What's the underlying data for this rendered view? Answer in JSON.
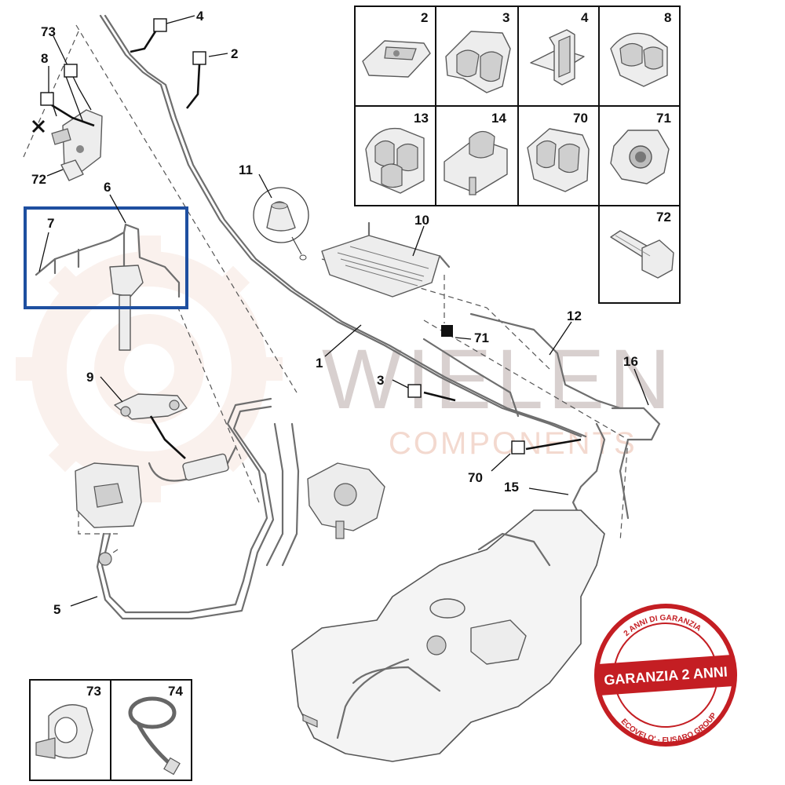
{
  "watermark": {
    "brand": "WIELEN",
    "subtitle": "COMPONENTS"
  },
  "callouts": [
    {
      "id": "c73",
      "label": "73"
    },
    {
      "id": "c8",
      "label": "8"
    },
    {
      "id": "c72",
      "label": "72"
    },
    {
      "id": "c4",
      "label": "4"
    },
    {
      "id": "c2",
      "label": "2"
    },
    {
      "id": "c6",
      "label": "6"
    },
    {
      "id": "c7",
      "label": "7"
    },
    {
      "id": "c11",
      "label": "11"
    },
    {
      "id": "c10",
      "label": "10"
    },
    {
      "id": "c71",
      "label": "71"
    },
    {
      "id": "c1",
      "label": "1"
    },
    {
      "id": "c12",
      "label": "12"
    },
    {
      "id": "c16",
      "label": "16"
    },
    {
      "id": "c9",
      "label": "9"
    },
    {
      "id": "c3",
      "label": "3"
    },
    {
      "id": "c70",
      "label": "70"
    },
    {
      "id": "c15",
      "label": "15"
    },
    {
      "id": "c5",
      "label": "5"
    }
  ],
  "parts_grid": [
    {
      "number": "2",
      "icon": "clip-plate-icon"
    },
    {
      "number": "3",
      "icon": "double-clip-icon"
    },
    {
      "number": "4",
      "icon": "bracket-clip-icon"
    },
    {
      "number": "8",
      "icon": "pipe-clip-icon"
    },
    {
      "number": "13",
      "icon": "triple-clip-icon"
    },
    {
      "number": "14",
      "icon": "mount-bracket-icon"
    },
    {
      "number": "70",
      "icon": "holder-clip-icon"
    },
    {
      "number": "71",
      "icon": "hex-nut-icon"
    },
    {
      "number": "72",
      "icon": "bolt-icon"
    }
  ],
  "small_parts_box": [
    {
      "number": "73",
      "icon": "hose-clip-icon"
    },
    {
      "number": "74",
      "icon": "cable-tie-icon"
    }
  ],
  "stamp": {
    "top_ring": "2 ANNI DI GARANZIA",
    "center": "GARANZIA 2 ANNI",
    "bottom_ring": "ECOVELO' - FUSARO GROUP"
  },
  "colors": {
    "highlight_box": "#1e4fa0",
    "stamp_red": "#c41e23",
    "watermark_grey": "#d8d0cf",
    "watermark_peach": "#f3d9cf"
  }
}
